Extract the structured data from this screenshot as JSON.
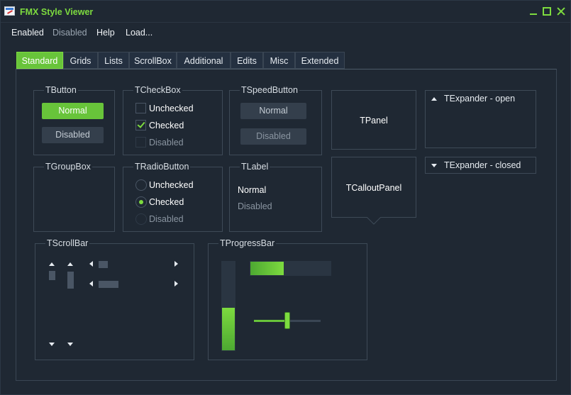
{
  "window": {
    "title": "FMX Style Viewer",
    "accent_color": "#7ddb3f"
  },
  "menu": [
    "Enabled",
    "Disabled",
    "Help",
    "Load..."
  ],
  "tabs": [
    "Standard",
    "Grids",
    "Lists",
    "ScrollBox",
    "Additional",
    "Edits",
    "Misc",
    "Extended"
  ],
  "active_tab": "Standard",
  "tbutton": {
    "title": "TButton",
    "normal": "Normal",
    "disabled": "Disabled"
  },
  "tcheckbox": {
    "title": "TCheckBox",
    "items": [
      {
        "label": "Unchecked",
        "checked": false,
        "enabled": true
      },
      {
        "label": "Checked",
        "checked": true,
        "enabled": true
      },
      {
        "label": "Disabled",
        "checked": false,
        "enabled": false
      }
    ]
  },
  "tspeedbutton": {
    "title": "TSpeedButton",
    "normal": "Normal",
    "disabled": "Disabled"
  },
  "tpanel": {
    "label": "TPanel"
  },
  "tcalloutpanel": {
    "label": "TCalloutPanel"
  },
  "texpander_open": {
    "label": "TExpander - open"
  },
  "texpander_closed": {
    "label": "TExpander - closed"
  },
  "tgroupbox": {
    "title": "TGroupBox"
  },
  "tradiobutton": {
    "title": "TRadioButton",
    "items": [
      {
        "label": "Unchecked",
        "checked": false,
        "enabled": true
      },
      {
        "label": "Checked",
        "checked": true,
        "enabled": true
      },
      {
        "label": "Disabled",
        "checked": false,
        "enabled": false
      }
    ]
  },
  "tlabel": {
    "title": "TLabel",
    "normal": "Normal",
    "disabled": "Disabled"
  },
  "tscrollbar": {
    "title": "TScrollBar"
  },
  "tprogressbar": {
    "title": "TProgressBar",
    "horizontal_progress": 0.42,
    "vertical_progress": 0.48,
    "trackbar_value": 0.5
  }
}
